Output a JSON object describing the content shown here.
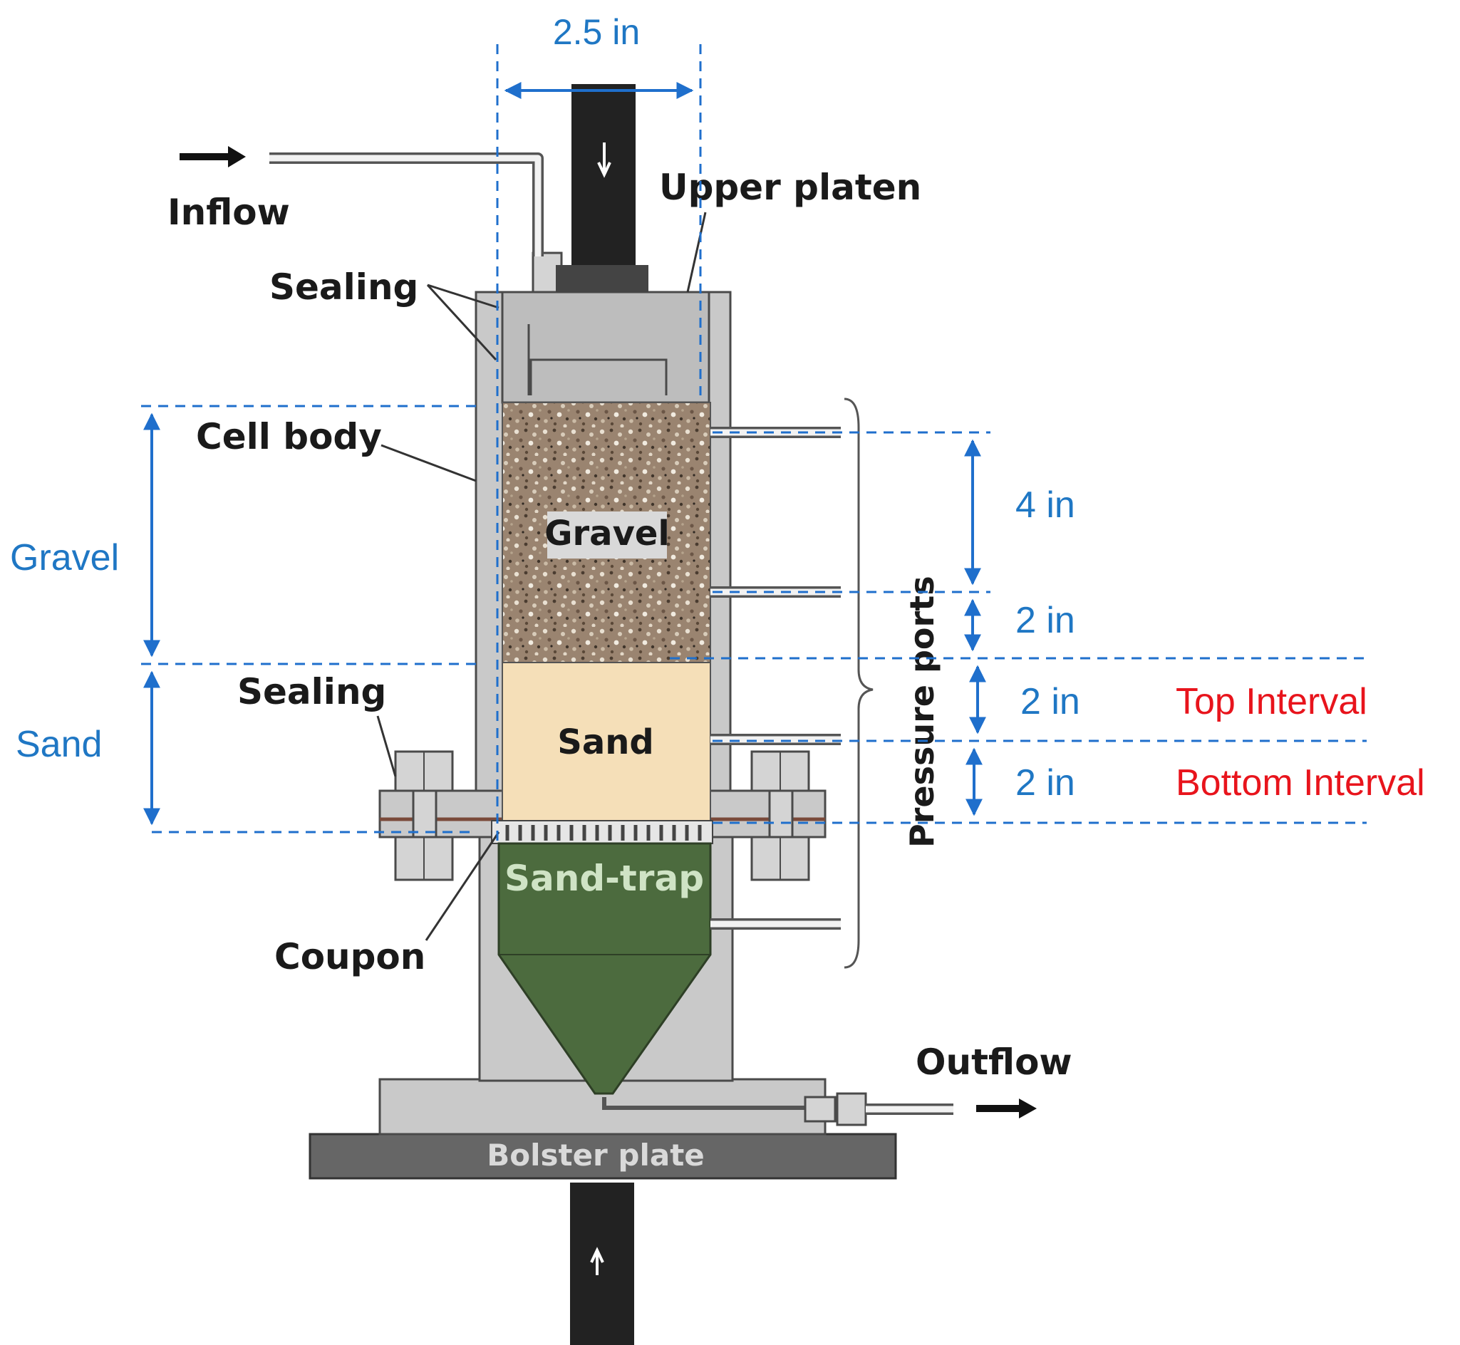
{
  "labels": {
    "inflow": "Inflow",
    "upper_platen": "Upper platen",
    "sealing_top": "Sealing",
    "cell_body": "Cell body",
    "sealing_bottom": "Sealing",
    "coupon": "Coupon",
    "outflow": "Outflow",
    "bolster_plate": "Bolster plate",
    "pressure_ports": "Pressure ports",
    "gravel_layer": "Gravel",
    "sand_layer": "Sand",
    "sand_trap": "Sand-trap"
  },
  "dimensions": {
    "diameter": "2.5 in",
    "gravel_height": "Gravel",
    "sand_height": "Sand",
    "port_spacing_1": "4 in",
    "port_spacing_2": "2 in",
    "port_spacing_3": "2 in",
    "port_spacing_4": "2 in"
  },
  "intervals": {
    "top": "Top Interval",
    "bottom": "Bottom Interval"
  },
  "colors": {
    "gravel": "#9a8470",
    "sand": "#f5dfb8",
    "sand_trap": "#4c6b3e",
    "cell_body": "#c9c9c9",
    "dimension_blue": "#1f6fcc",
    "interval_red": "#e8141c"
  },
  "icons": [
    "right-arrow-icon",
    "down-arrow-icon",
    "up-arrow-icon"
  ]
}
